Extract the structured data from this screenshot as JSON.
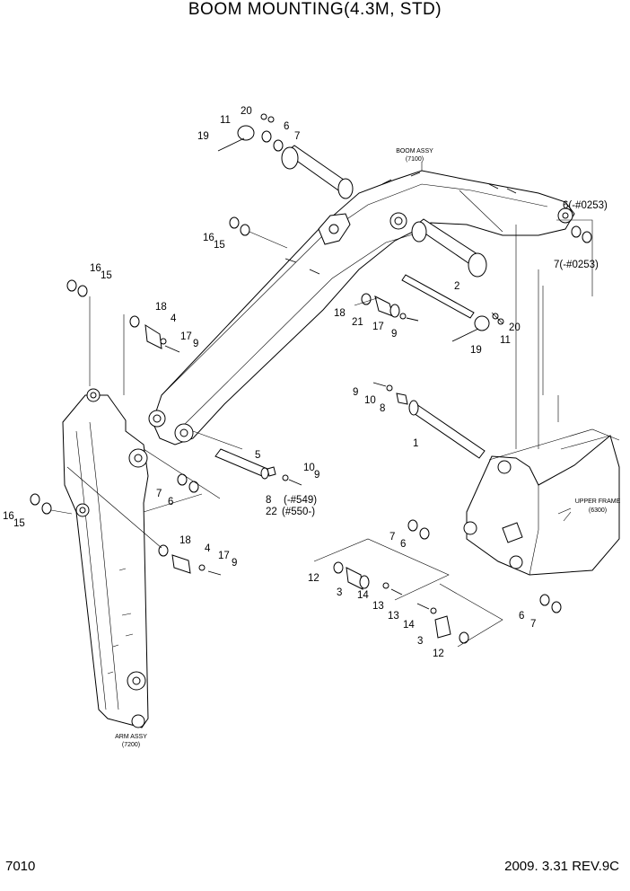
{
  "title": "BOOM MOUNTING(4.3M, STD)",
  "page_number": "7010",
  "revision": "2009. 3.31  REV.9C",
  "assemblies": {
    "boom": {
      "name": "BOOM ASSY",
      "code": "(7100)"
    },
    "arm": {
      "name": "ARM ASSY",
      "code": "(7200)"
    },
    "upper_frame": {
      "name": "UPPER FRAME",
      "code": "(6300)"
    }
  },
  "callouts": [
    "1",
    "2",
    "3",
    "4",
    "5",
    "6",
    "7",
    "8",
    "9",
    "10",
    "11",
    "12",
    "13",
    "14",
    "15",
    "16",
    "17",
    "18",
    "19",
    "20",
    "21",
    "22",
    "(-#549)",
    "(#550-)",
    "6(-#0253)",
    "7(-#0253)"
  ]
}
